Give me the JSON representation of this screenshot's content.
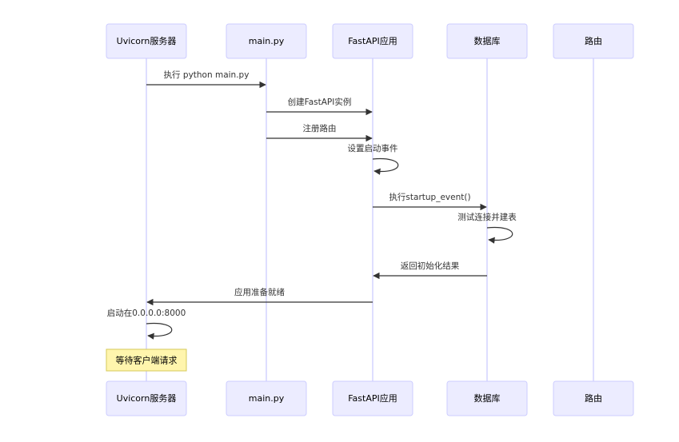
{
  "participants": [
    {
      "id": "uvicorn",
      "label": "Uvicorn服务器"
    },
    {
      "id": "main",
      "label": "main.py"
    },
    {
      "id": "fastapi",
      "label": "FastAPI应用"
    },
    {
      "id": "db",
      "label": "数据库"
    },
    {
      "id": "router",
      "label": "路由"
    }
  ],
  "messages": [
    {
      "from": "uvicorn",
      "to": "main",
      "label": "执行 python main.py"
    },
    {
      "from": "main",
      "to": "fastapi",
      "label": "创建FastAPI实例"
    },
    {
      "from": "main",
      "to": "fastapi",
      "label": "注册路由"
    },
    {
      "from": "fastapi",
      "to": "fastapi",
      "label": "设置启动事件"
    },
    {
      "from": "fastapi",
      "to": "db",
      "label": "执行startup_event()"
    },
    {
      "from": "db",
      "to": "db",
      "label": "测试连接并建表"
    },
    {
      "from": "db",
      "to": "fastapi",
      "label": "返回初始化结果"
    },
    {
      "from": "fastapi",
      "to": "uvicorn",
      "label": "应用准备就绪"
    },
    {
      "from": "uvicorn",
      "to": "uvicorn",
      "label": "启动在0.0.0.0:8000"
    }
  ],
  "note": {
    "over": "uvicorn",
    "label": "等待客户端请求"
  }
}
